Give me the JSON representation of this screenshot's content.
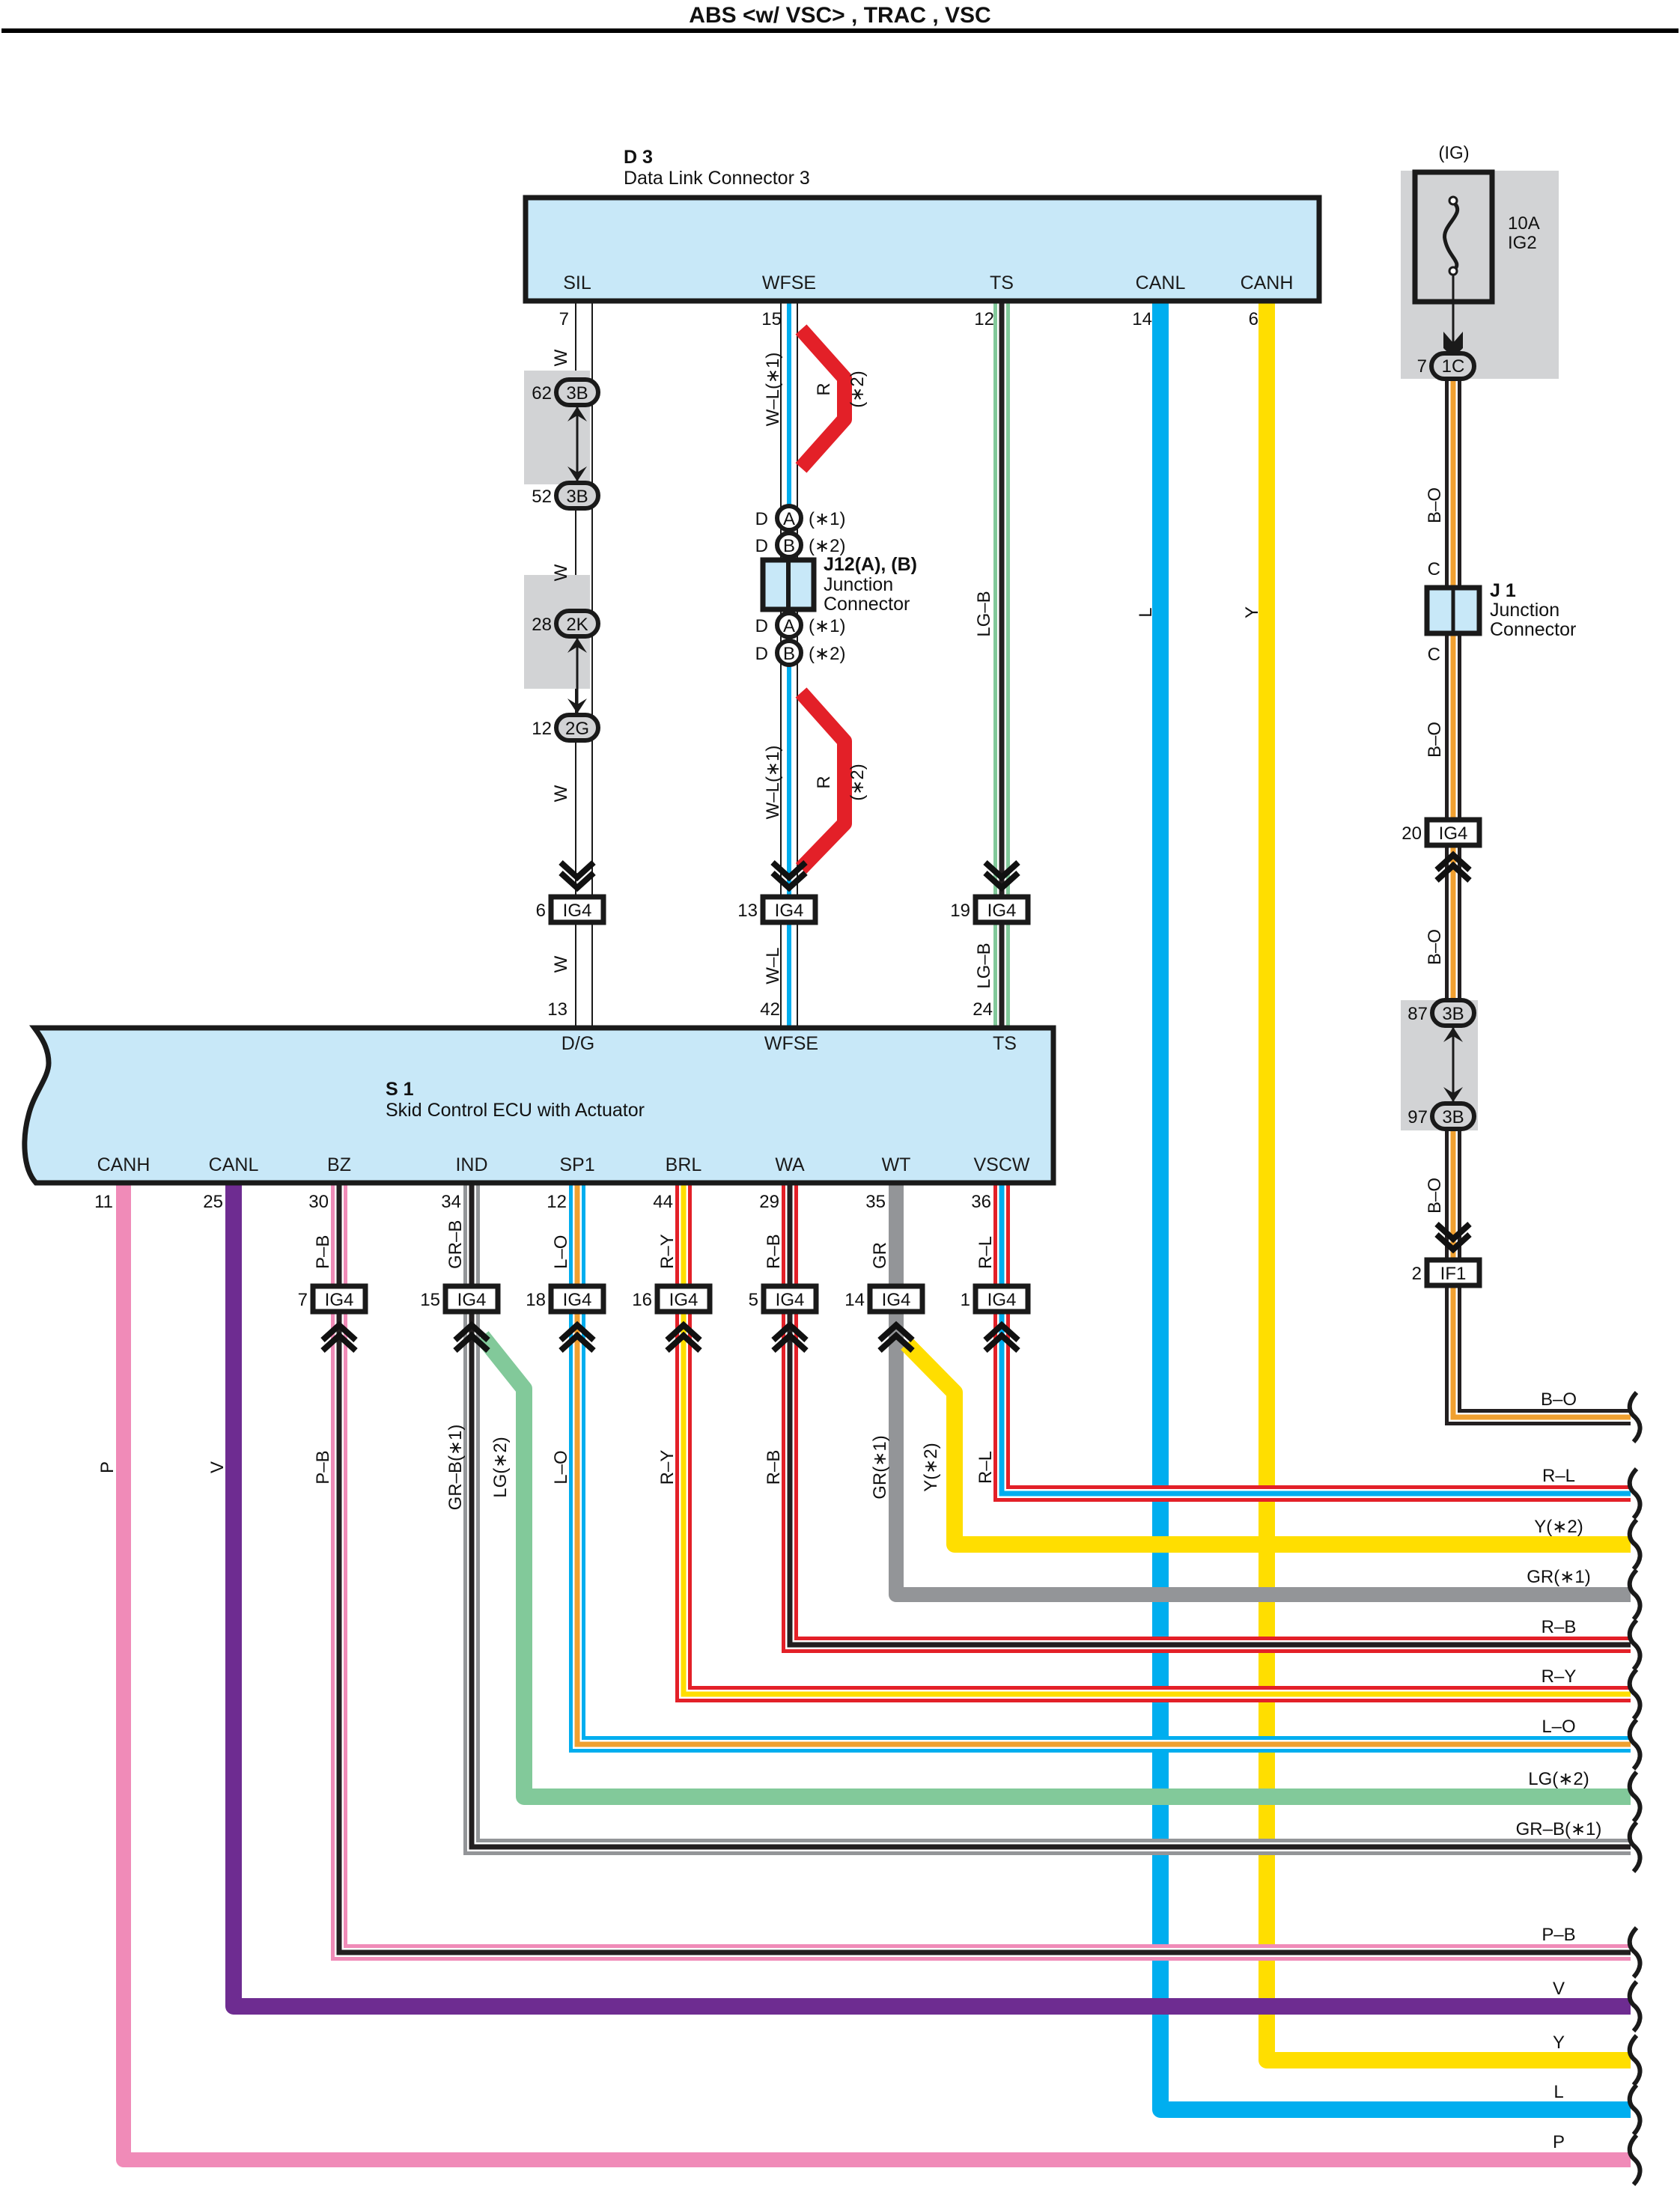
{
  "title": "ABS <w/ VSC> , TRAC , VSC",
  "colors": {
    "component_fill": "#c8e8f8",
    "splice_gray": "#d2d3d5",
    "W": "#ffffff",
    "L": "#00aeef",
    "Y": "#ffde00",
    "R": "#e32028",
    "B": "#231f20",
    "O": "#f0a030",
    "LG": "#82c99a",
    "GR": "#939598",
    "P": "#f08bb8",
    "V": "#6e2c91"
  },
  "d3": {
    "id": "D 3",
    "name": "Data Link Connector 3",
    "pins": [
      {
        "name": "SIL",
        "num": "7"
      },
      {
        "name": "WFSE",
        "num": "15"
      },
      {
        "name": "TS",
        "num": "12"
      },
      {
        "name": "CANL",
        "num": "14"
      },
      {
        "name": "CANH",
        "num": "6"
      }
    ]
  },
  "fuse": {
    "source": "(IG)",
    "rating": "10A",
    "name": "IG2",
    "out_pin": "7",
    "out_conn": "1C"
  },
  "j12": {
    "id": "J12(A), (B)",
    "name_line1": "Junction",
    "name_line2": "Connector",
    "terms": [
      {
        "pin": "D",
        "conn": "A",
        "note": "(∗1)"
      },
      {
        "pin": "D",
        "conn": "B",
        "note": "(∗2)"
      },
      {
        "pin": "D",
        "conn": "A",
        "note": "(∗1)"
      },
      {
        "pin": "D",
        "conn": "B",
        "note": "(∗2)"
      }
    ]
  },
  "j1": {
    "id": "J 1",
    "name_line1": "Junction",
    "name_line2": "Connector",
    "pin_top": "C",
    "pin_bottom": "C"
  },
  "sil_circuit": {
    "wire_labels": [
      "W",
      "W",
      "W",
      "W"
    ],
    "splices": [
      {
        "pin": "62",
        "conn": "3B"
      },
      {
        "pin": "52",
        "conn": "3B"
      },
      {
        "pin": "28",
        "conn": "2K"
      },
      {
        "pin": "12",
        "conn": "2G"
      }
    ],
    "ig4": {
      "pin": "6",
      "conn": "IG4"
    },
    "ecu_pin": "13"
  },
  "wfse_circuit": {
    "wire_label_top": "W–L(∗1)",
    "wire_label_mid": "W–L(∗1)",
    "alt_label": "R",
    "alt_note": "(∗2)",
    "ig4": {
      "pin": "13",
      "conn": "IG4"
    },
    "wire_label_bottom": "W–L",
    "ecu_pin": "42"
  },
  "ts_circuit": {
    "wire_label_top": "LG–B",
    "ig4": {
      "pin": "19",
      "conn": "IG4"
    },
    "wire_label_bottom": "LG–B",
    "ecu_pin": "24"
  },
  "canl_circuit": {
    "wire_label": "L"
  },
  "canh_circuit": {
    "wire_label": "Y"
  },
  "ig_circuit": {
    "wire_labels": [
      "B–O",
      "B–O",
      "B–O",
      "B–O"
    ],
    "ig4": {
      "pin": "20",
      "conn": "IG4"
    },
    "splices": [
      {
        "pin": "87",
        "conn": "3B"
      },
      {
        "pin": "97",
        "conn": "3B"
      }
    ],
    "if1": {
      "pin": "2",
      "conn": "IF1"
    }
  },
  "s1": {
    "id": "S 1",
    "name": "Skid Control ECU with Actuator",
    "top_pins": [
      "D/G",
      "WFSE",
      "TS"
    ],
    "bottom_pins": [
      {
        "name": "CANH",
        "num": "11",
        "wire": "P",
        "lower_label": "P"
      },
      {
        "name": "CANL",
        "num": "25",
        "wire": "V",
        "lower_label": "V"
      },
      {
        "name": "BZ",
        "num": "30",
        "wire": "P–B",
        "ig4_pin": "7",
        "lower_label": "P–B"
      },
      {
        "name": "IND",
        "num": "34",
        "wire": "GR–B",
        "ig4_pin": "15",
        "lower_label": "GR–B(∗1)",
        "alt_label": "LG(∗2)"
      },
      {
        "name": "SP1",
        "num": "12",
        "wire": "L–O",
        "ig4_pin": "18",
        "lower_label": "L–O"
      },
      {
        "name": "BRL",
        "num": "44",
        "wire": "R–Y",
        "ig4_pin": "16",
        "lower_label": "R–Y"
      },
      {
        "name": "WA",
        "num": "29",
        "wire": "R–B",
        "ig4_pin": "5",
        "lower_label": "R–B"
      },
      {
        "name": "WT",
        "num": "35",
        "wire": "GR",
        "ig4_pin": "14",
        "lower_label": "GR(∗1)",
        "alt_label": "Y(∗2)"
      },
      {
        "name": "VSCW",
        "num": "36",
        "wire": "R–L",
        "ig4_pin": "1",
        "lower_label": "R–L"
      }
    ],
    "ig4_conn": "IG4"
  },
  "right_exits": [
    "B–O",
    "R–L",
    "Y(∗2)",
    "GR(∗1)",
    "R–B",
    "R–Y",
    "L–O",
    "LG(∗2)",
    "GR–B(∗1)",
    "P–B",
    "V",
    "Y",
    "L",
    "P"
  ]
}
